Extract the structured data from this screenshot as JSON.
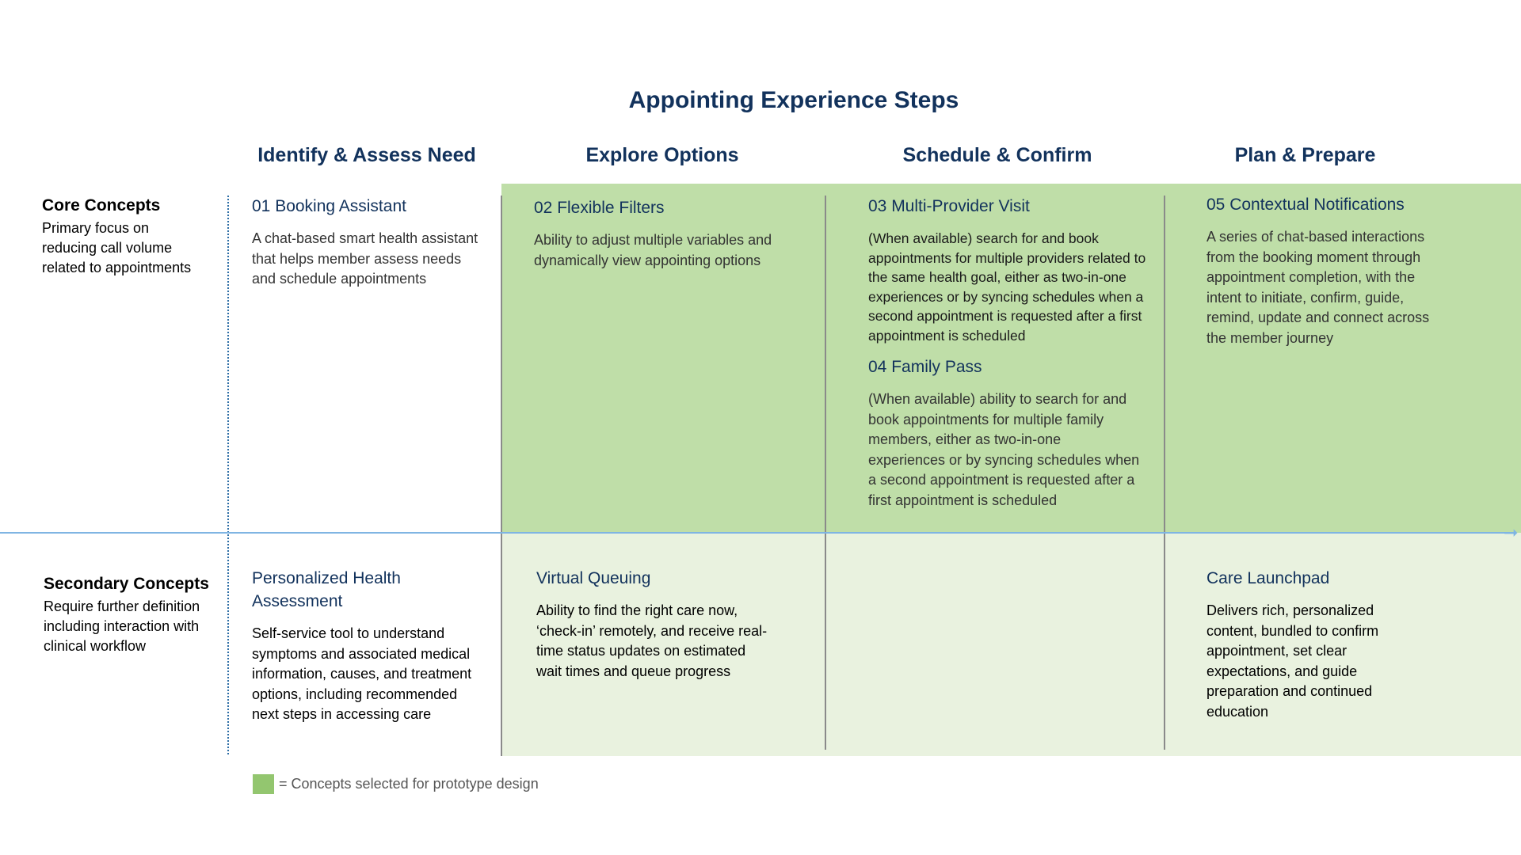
{
  "title": "Appointing Experience Steps",
  "columns": [
    {
      "label": "Identify & Assess Need"
    },
    {
      "label": "Explore Options"
    },
    {
      "label": "Schedule & Confirm"
    },
    {
      "label": "Plan & Prepare"
    }
  ],
  "rows": {
    "core": {
      "title": "Core Concepts",
      "desc": "Primary focus on reducing call volume related to appointments"
    },
    "secondary": {
      "title": "Secondary Concepts",
      "desc": "Require further definition including interaction with clinical workflow"
    }
  },
  "core_cards": [
    {
      "title": "01 Booking Assistant",
      "desc": "A chat-based smart health assistant that helps member assess needs and schedule appointments"
    },
    {
      "title": "02 Flexible Filters",
      "desc": "Ability to adjust multiple variables and dynamically view appointing options"
    },
    {
      "title": "03 Multi-Provider Visit",
      "desc": "(When available) search for and book appointments for multiple providers related to the same health goal, either as two-in-one experiences or by syncing schedules when a second appointment is requested after a first appointment is scheduled"
    },
    {
      "title": "04 Family Pass",
      "desc": "(When available) ability to search for and book appointments for multiple family members, either as two-in-one experiences or by syncing schedules when a second appointment is requested after a first appointment is scheduled"
    },
    {
      "title": "05 Contextual Notifications",
      "desc": "A series of chat-based interactions from the booking moment through appointment completion, with the intent to initiate, confirm, guide, remind, update and connect across the member journey"
    }
  ],
  "secondary_cards": [
    {
      "title": "Personalized Health Assessment",
      "desc": "Self-service tool to understand symptoms and associated medical information, causes, and treatment options, including recommended next steps in accessing care"
    },
    {
      "title": "Virtual Queuing",
      "desc": "Ability to find the right care now, ‘check-in’ remotely, and receive real-time status updates on estimated wait times and queue progress"
    },
    {
      "title": "Care Launchpad",
      "desc": "Delivers rich, personalized content, bundled to confirm appointment, set clear expectations, and guide preparation and continued education"
    }
  ],
  "legend": {
    "text": "=  Concepts selected for prototype design",
    "color": "#93c66f"
  },
  "colors": {
    "selected_dark": "#bfdea8",
    "selected_light": "#e9f2df",
    "heading": "#12325c",
    "axis": "#7fb5e3"
  }
}
